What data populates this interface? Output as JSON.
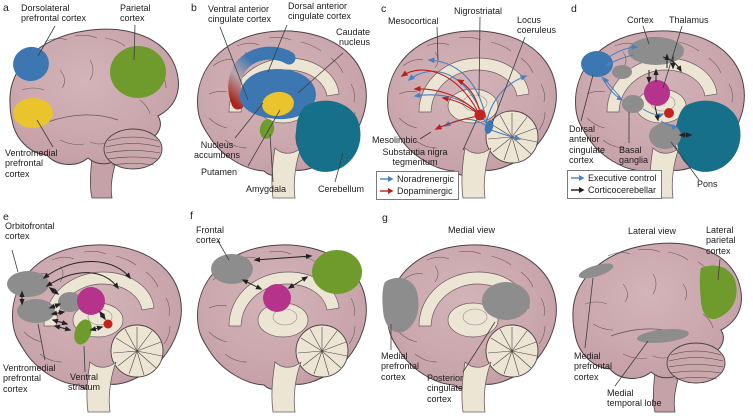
{
  "figure": {
    "description": "Brain regions and neurotransmitter pathways figure, panels a-g"
  },
  "colors": {
    "region_blue": "#3d77b2",
    "region_green": "#6f9b2d",
    "region_yellow": "#e9c42d",
    "region_teal": "#17708a",
    "region_magenta": "#b5338a",
    "region_gray": "#8d8d8d",
    "region_red": "#c1241e",
    "noradrenergic_blue": "#4a7fc1",
    "dopaminergic_red": "#b5211d",
    "corticocerebellar_black": "#1a1a1a",
    "brain_pink": "#c9a7ab",
    "inner_cream": "#ece5d4"
  },
  "icons": {
    "legend_arrow": "arrow-right"
  },
  "panels": {
    "a": {
      "letter": "a",
      "labels": {
        "dorsolateral": "Dorsolateral\nprefrontal cortex",
        "parietal": "Parietal\ncortex",
        "ventromedial": "Ventromedial\nprefrontal\ncortex"
      }
    },
    "b": {
      "letter": "b",
      "labels": {
        "ventral_acc": "Ventral anterior\ncingulate cortex",
        "dorsal_acc": "Dorsal anterior\ncingulate cortex",
        "caudate": "Caudate\nnucleus",
        "nucleus_accumbens": "Nucleus\naccumbens",
        "putamen": "Putamen",
        "amygdala": "Amygdala",
        "cerebellum": "Cerebellum"
      }
    },
    "c": {
      "letter": "c",
      "labels": {
        "mesocortical": "Mesocortical",
        "nigrostriatal": "Nigrostriatal",
        "locus_coeruleus": "Locus\ncoeruleus",
        "mesolimbic": "Mesolimbic",
        "substantia_nigra": "Substantia nigra\ntegmentum"
      },
      "legend": [
        {
          "label": "Noradrenergic",
          "color": "#4a7fc1"
        },
        {
          "label": "Dopaminergic",
          "color": "#b5211d"
        }
      ]
    },
    "d": {
      "letter": "d",
      "labels": {
        "cortex": "Cortex",
        "thalamus": "Thalamus",
        "dorsal_acc": "Dorsal\nanterior\ncingulate\ncortex",
        "basal_ganglia": "Basal\nganglia",
        "pons": "Pons"
      },
      "legend": [
        {
          "label": "Executive control",
          "color": "#4a7fc1"
        },
        {
          "label": "Corticocerebellar",
          "color": "#1a1a1a"
        }
      ]
    },
    "e": {
      "letter": "e",
      "labels": {
        "orbitofrontal": "Orbitofrontal\ncortex",
        "ventromedial": "Ventromedial\nprefrontal\ncortex",
        "ventral_striatum": "Ventral\nstriatum"
      }
    },
    "f": {
      "letter": "f",
      "labels": {
        "frontal": "Frontal\ncortex"
      }
    },
    "g": {
      "letter": "g",
      "views": {
        "medial": {
          "title": "Medial view",
          "labels": {
            "medial_prefrontal": "Medial\nprefrontal\ncortex",
            "posterior_cingulate": "Posterior\ncingulate\ncortex"
          }
        },
        "lateral": {
          "title": "Lateral view",
          "labels": {
            "lateral_parietal": "Lateral\nparietal\ncortex",
            "medial_prefrontal": "Medial\nprefrontal\ncortex",
            "medial_temporal": "Medial\ntemporal lobe"
          }
        }
      }
    }
  }
}
